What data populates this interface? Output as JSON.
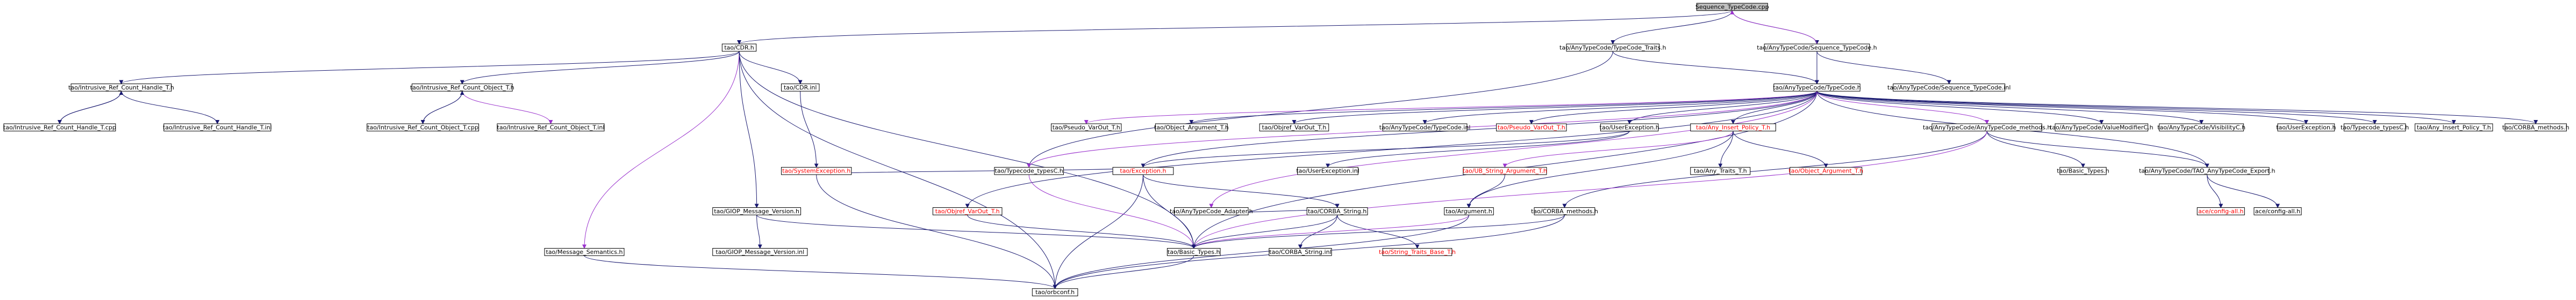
{
  "diagram": {
    "nodes": [
      {
        "id": "root",
        "label": "Sequence_TypeCode.cpp",
        "root": true
      },
      {
        "id": "cdr",
        "label": "tao/CDR.h"
      },
      {
        "id": "tcTraits",
        "label": "tao/AnyTypeCode/TypeCode_Traits.h"
      },
      {
        "id": "seqTc",
        "label": "tao/AnyTypeCode/Sequence_TypeCode.h"
      },
      {
        "id": "irh",
        "label": "tao/Intrusive_Ref_Count_Handle_T.h"
      },
      {
        "id": "iro",
        "label": "tao/Intrusive_Ref_Count_Object_T.h"
      },
      {
        "id": "cdrInl",
        "label": "tao/CDR.inl"
      },
      {
        "id": "tc",
        "label": "tao/AnyTypeCode/TypeCode.h"
      },
      {
        "id": "seqTcInl",
        "label": "tao/AnyTypeCode/Sequence_TypeCode.inl"
      },
      {
        "id": "irhCpp",
        "label": "tao/Intrusive_Ref_Count_Handle_T.cpp"
      },
      {
        "id": "irhInl",
        "label": "tao/Intrusive_Ref_Count_Handle_T.inl"
      },
      {
        "id": "iroCpp",
        "label": "tao/Intrusive_Ref_Count_Object_T.cpp"
      },
      {
        "id": "iroInl",
        "label": "tao/Intrusive_Ref_Count_Object_T.inl"
      },
      {
        "id": "sysExc",
        "label": "tao/SystemException.h",
        "missing": true
      },
      {
        "id": "pseudoVarOut",
        "label": "tao/Pseudo_VarOut_T.h"
      },
      {
        "id": "objArg",
        "label": "tao/Object_Argument_T.h"
      },
      {
        "id": "objVarOut",
        "label": "tao/Objref_VarOut_T.h"
      },
      {
        "id": "tcInl",
        "label": "tao/AnyTypeCode/TypeCode.inl"
      },
      {
        "id": "pseudoVarOutRed",
        "label": "tao/Pseudo_VarOut_T.h",
        "missing": true
      },
      {
        "id": "userExc",
        "label": "tao/UserException.h"
      },
      {
        "id": "anyInsert",
        "label": "tao/Any_Insert_Policy_T.h",
        "missing": true
      },
      {
        "id": "tcMethods",
        "label": "tao/AnyTypeCode/AnyTypeCode_methods.h"
      },
      {
        "id": "valueMod",
        "label": "tao/AnyTypeCode/ValueModifierC.h"
      },
      {
        "id": "visibility",
        "label": "tao/AnyTypeCode/VisibilityC.h"
      },
      {
        "id": "userExcH",
        "label": "tao/UserException.h"
      },
      {
        "id": "typecodeTypes",
        "label": "tao/Typecode_typesC.h"
      },
      {
        "id": "anyInsert2",
        "label": "tao/Any_Insert_Policy_T.h"
      },
      {
        "id": "corbaMethods",
        "label": "tao/CORBA_methods.h"
      },
      {
        "id": "tcTypesC",
        "label": "tao/Typecode_typesC.h"
      },
      {
        "id": "exc",
        "label": "tao/Exception.h",
        "missing": true
      },
      {
        "id": "userExcInl",
        "label": "tao/UserException.inl"
      },
      {
        "id": "ulString",
        "label": "tao/UB_String_Argument_T.h",
        "missing": true
      },
      {
        "id": "anyTraits",
        "label": "tao/Any_Traits_T.h"
      },
      {
        "id": "objArgRed",
        "label": "tao/Object_Argument_T.h",
        "missing": true
      },
      {
        "id": "basicTypesH",
        "label": "tao/Basic_Types.h"
      },
      {
        "id": "tcExport",
        "label": "tao/AnyTypeCode/TAO_AnyTypeCode_Export.h"
      },
      {
        "id": "giopVer",
        "label": "tao/GIOP_Message_Version.h"
      },
      {
        "id": "objVarOutRed",
        "label": "tao/Objref_VarOut_T.h",
        "missing": true
      },
      {
        "id": "anyAdapter",
        "label": "tao/AnyTypeCode_Adapter.h"
      },
      {
        "id": "corbaString",
        "label": "tao/CORBA_String.h"
      },
      {
        "id": "argument",
        "label": "tao/Argument.h"
      },
      {
        "id": "corbaMethods2",
        "label": "tao/CORBA_methods.h"
      },
      {
        "id": "aceConfigAll",
        "label": "ace/config-all.h",
        "missing": true
      },
      {
        "id": "aceConfigAll2",
        "label": "ace/config-all.h"
      },
      {
        "id": "msgSem",
        "label": "tao/Message_Semantics.h"
      },
      {
        "id": "giopVerInl",
        "label": "tao/GIOP_Message_Version.inl"
      },
      {
        "id": "basicTypes",
        "label": "tao/Basic_Types.h"
      },
      {
        "id": "corbaStringInl",
        "label": "tao/CORBA_String.inl"
      },
      {
        "id": "stringTraits",
        "label": "tao/String_Traits_Base_T.h",
        "missing": true
      },
      {
        "id": "versioned",
        "label": "tao/orbconf.h"
      }
    ]
  }
}
